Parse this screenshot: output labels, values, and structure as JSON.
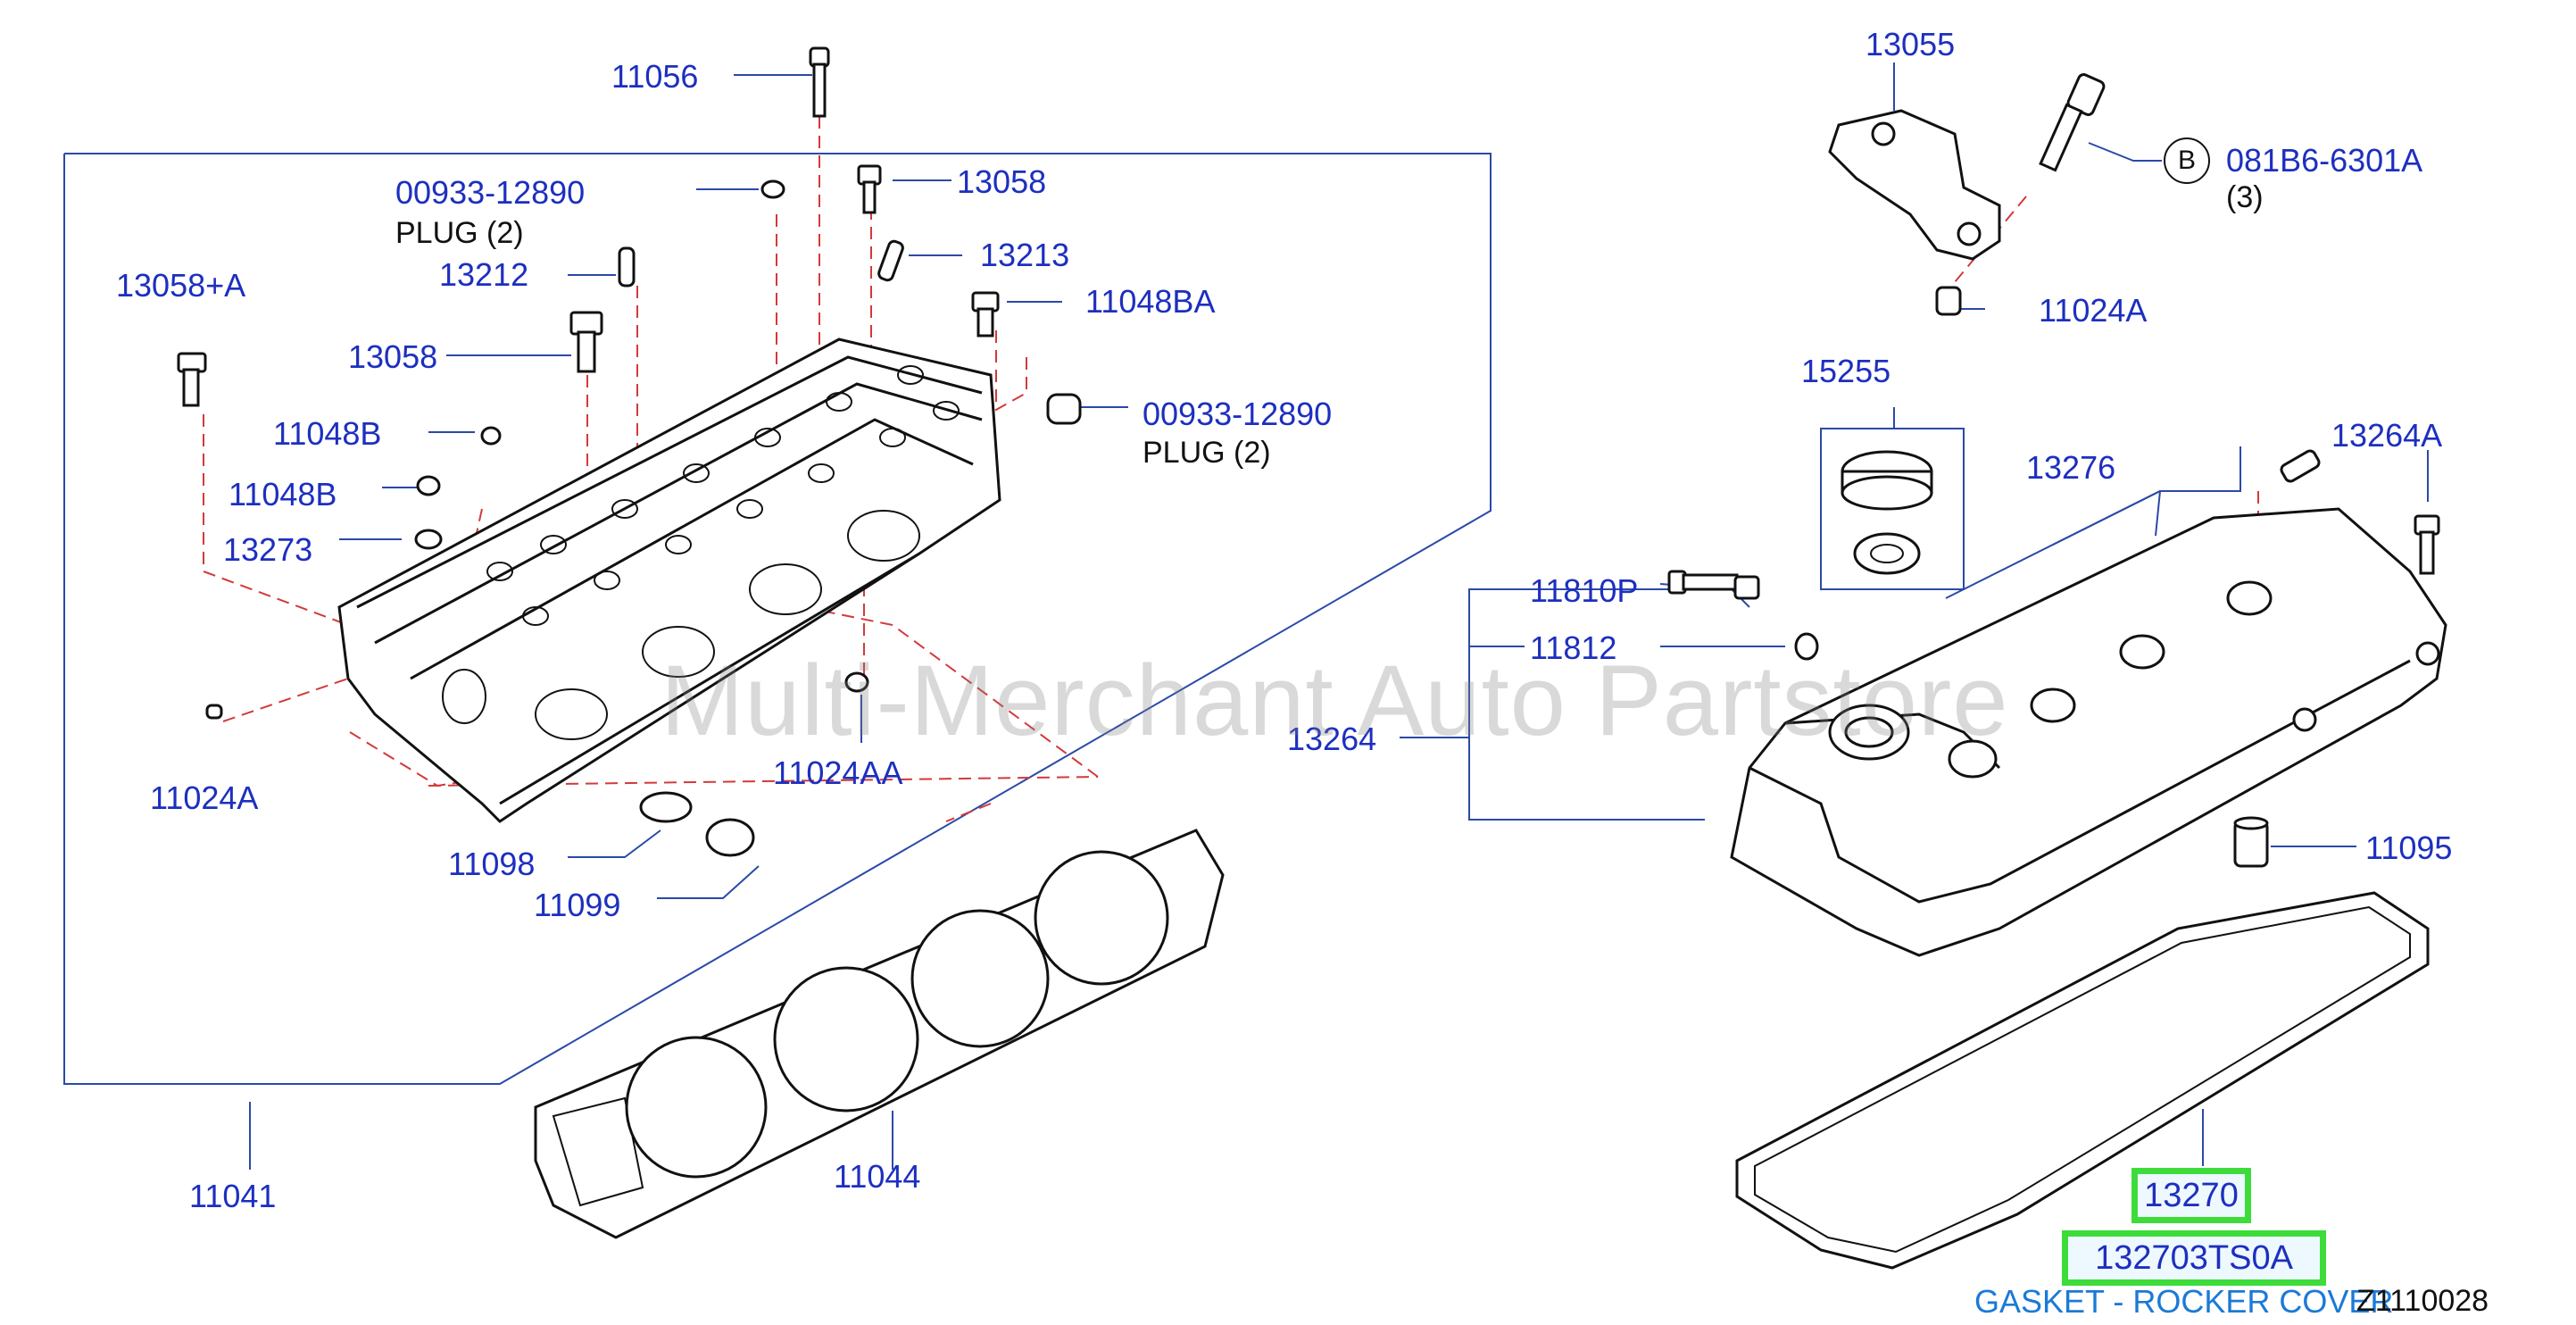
{
  "labels": {
    "p11056": "11056",
    "p00933a": "00933-12890",
    "plug_a": "PLUG   (2)",
    "p13058a": "13058",
    "p13212": "13212",
    "p13213": "13213",
    "p13058plus": "13058+A",
    "p11048BA": "11048BA",
    "p13058b": "13058",
    "p00933b": "00933-12890",
    "plug_b": "PLUG   (2)",
    "p11048B_1": "11048B",
    "p11048B_2": "11048B",
    "p13273": "13273",
    "p11024A_l": "11024A",
    "p11024AA": "11024AA",
    "p11098": "11098",
    "p11099": "11099",
    "p11041": "11041",
    "p11044": "11044",
    "p13055": "13055",
    "badge_b": "B",
    "p081B6": "081B6-6301A",
    "qty3": "(3)",
    "p11024A_r": "11024A",
    "p15255": "15255",
    "p13276": "13276",
    "p13264A": "13264A",
    "p11810P": "11810P",
    "p11812": "11812",
    "p13264": "13264",
    "p11095": "11095"
  },
  "highlight": {
    "part_no": "13270",
    "part_code": "132703TS0A",
    "description": "GASKET - ROCKER COVER"
  },
  "diagram_code": "Z1110028",
  "watermark": "Multi-Merchant Auto Partstore",
  "colors": {
    "label_blue": "#1d2fbf",
    "caption_blue": "#1a7ad6",
    "frame_blue": "#2a4aa8",
    "highlight_green": "#3ddc3a",
    "dash_red": "#d23a3a"
  }
}
